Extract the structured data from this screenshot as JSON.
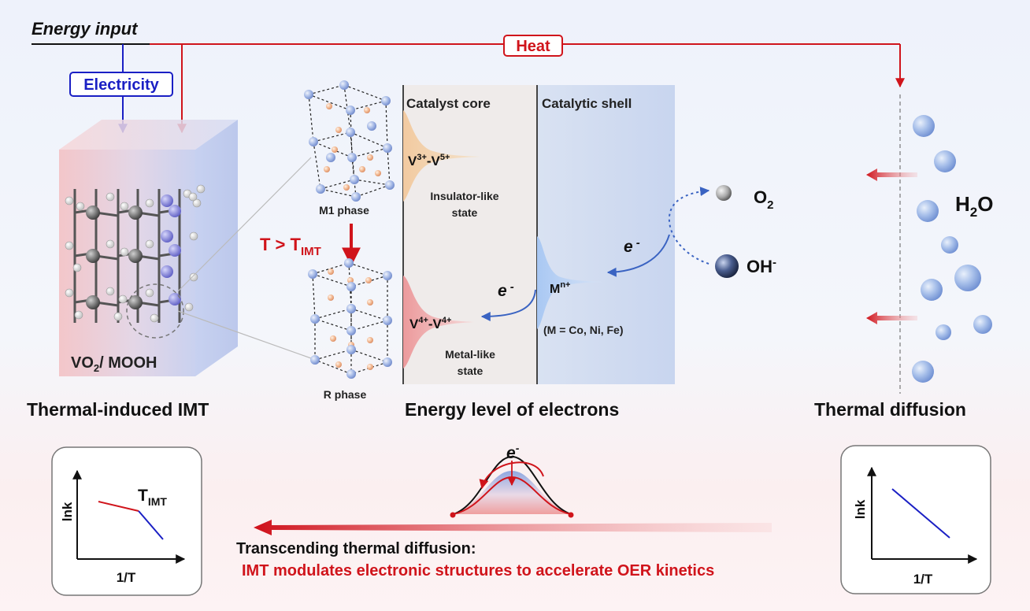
{
  "labels": {
    "energy_input": "Energy input",
    "heat": "Heat",
    "electricity": "Electricity",
    "material_prefix": "VO",
    "material_sub": "2",
    "material_suffix": "/ MOOH",
    "thermal_imt": "Thermal-induced IMT",
    "m1_phase": "M1 phase",
    "r_phase": "R phase",
    "t_gt": "T > T",
    "t_sub": "IMT",
    "catalyst_core": "Catalyst core",
    "catalytic_shell": "Catalytic shell",
    "v35_a": "V",
    "v35_s1": "3+",
    "v35_b": "-V",
    "v35_s2": "5+",
    "insulator_1": "Insulator-like",
    "insulator_2": "state",
    "v44_a": "V",
    "v44_s1": "4+",
    "v44_b": "-V",
    "v44_s2": "4+",
    "metal_1": "Metal-like",
    "metal_2": "state",
    "e_minus": "e",
    "minus": "-",
    "mn_a": "M",
    "mn_s": "n+",
    "m_def": "(M = Co, Ni, Fe)",
    "o2_a": "O",
    "o2_s": "2",
    "oh_a": "OH",
    "oh_s": "-",
    "h2o_a": "H",
    "h2o_s": "2",
    "h2o_b": "O",
    "energy_level": "Energy level of electrons",
    "thermal_diffusion": "Thermal diffusion",
    "lnk": "lnk",
    "inv_t": "1/T",
    "timt_a": "T",
    "timt_s": "IMT",
    "transcending": "Transcending thermal diffusion:",
    "imt_modulates": "IMT modulates electronic structures to accelerate OER kinetics"
  },
  "colors": {
    "red": "#d0141b",
    "blue": "#1a1fc4",
    "line_blue": "#3a63c2",
    "core_bg": "#f0ecec",
    "shell_bg": "#d2dcef"
  },
  "icons": [
    "arrow-icon",
    "sphere-icon",
    "lattice-icon"
  ]
}
